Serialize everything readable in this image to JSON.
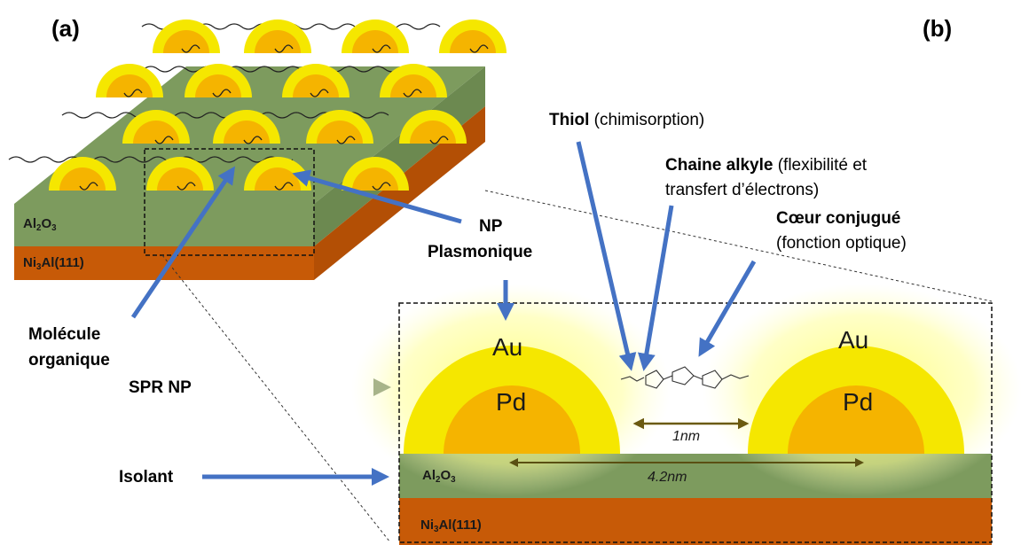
{
  "panels": {
    "a": "(a)",
    "b": "(b)"
  },
  "colors": {
    "oxide_green": "#7d9b5e",
    "substrate_orange": "#c75a07",
    "gold_shell": "#f5e700",
    "pd_core": "#f5b400",
    "arrow_blue": "#4472c4",
    "dim_arrow": "#6b5a10"
  },
  "labels": {
    "thiol_bold": "Thiol",
    "thiol_rest": " (chimisorption)",
    "alkyl_bold": "Chaine alkyle",
    "alkyl_rest": " (flexibilité et",
    "alkyl_line2": "transfert d’électrons)",
    "core_bold": "Cœur conjugué",
    "core_line2": "(fonction optique)",
    "np_line1": "NP",
    "np_line2": "Plasmonique",
    "molecule_line1": "Molécule",
    "molecule_line2": "organique",
    "spr": "SPR NP",
    "insulator": "Isolant"
  },
  "materials": {
    "au": "Au",
    "pd": "Pd",
    "oxide_main": "Al",
    "oxide_sub1": "2",
    "oxide_mid": "O",
    "oxide_sub2": "3",
    "substrate_main": "Ni",
    "substrate_sub": "3",
    "substrate_rest": "Al(111)"
  },
  "dimensions": {
    "gap": "1nm",
    "span": "4.2nm"
  }
}
